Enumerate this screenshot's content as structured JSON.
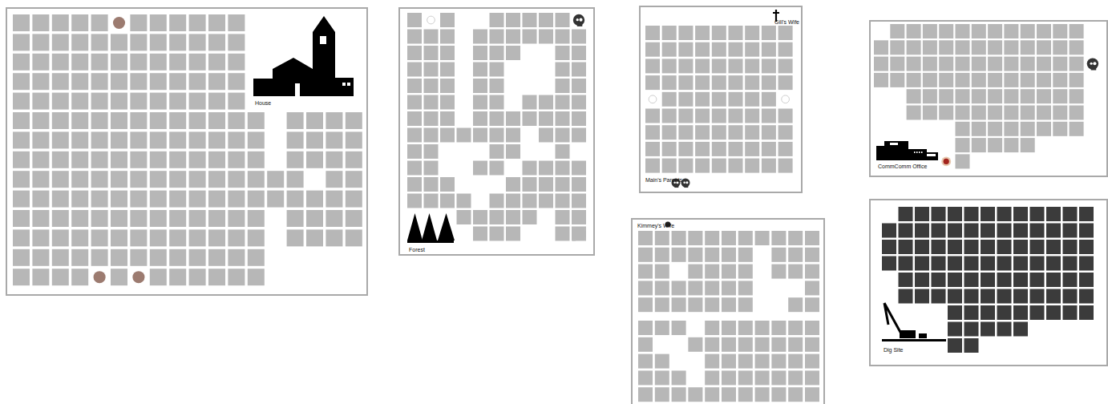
{
  "diagram": {
    "nodes": [
      {
        "text": [
          "House"
        ]
      },
      {
        "text": [
          "Forest"
        ]
      },
      {
        "text": [
          "Gill's Wife",
          "Main's Parents"
        ]
      },
      {
        "text": [
          "Kimmey's Wife"
        ]
      },
      {
        "text": [
          "CommComm Office"
        ]
      },
      {
        "text": [
          "Dig Site"
        ]
      }
    ]
  }
}
